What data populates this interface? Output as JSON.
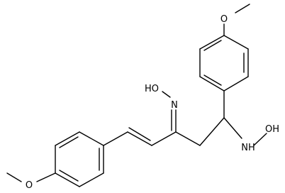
{
  "molecule": {
    "labels": {
      "top_methoxy_o": "O",
      "bottom_methoxy_o": "O",
      "oxime_hydroxyl": "HO",
      "oxime_n": "N",
      "hydroxylamine_nh": "NH",
      "hydroxylamine_oh": "OH"
    }
  }
}
